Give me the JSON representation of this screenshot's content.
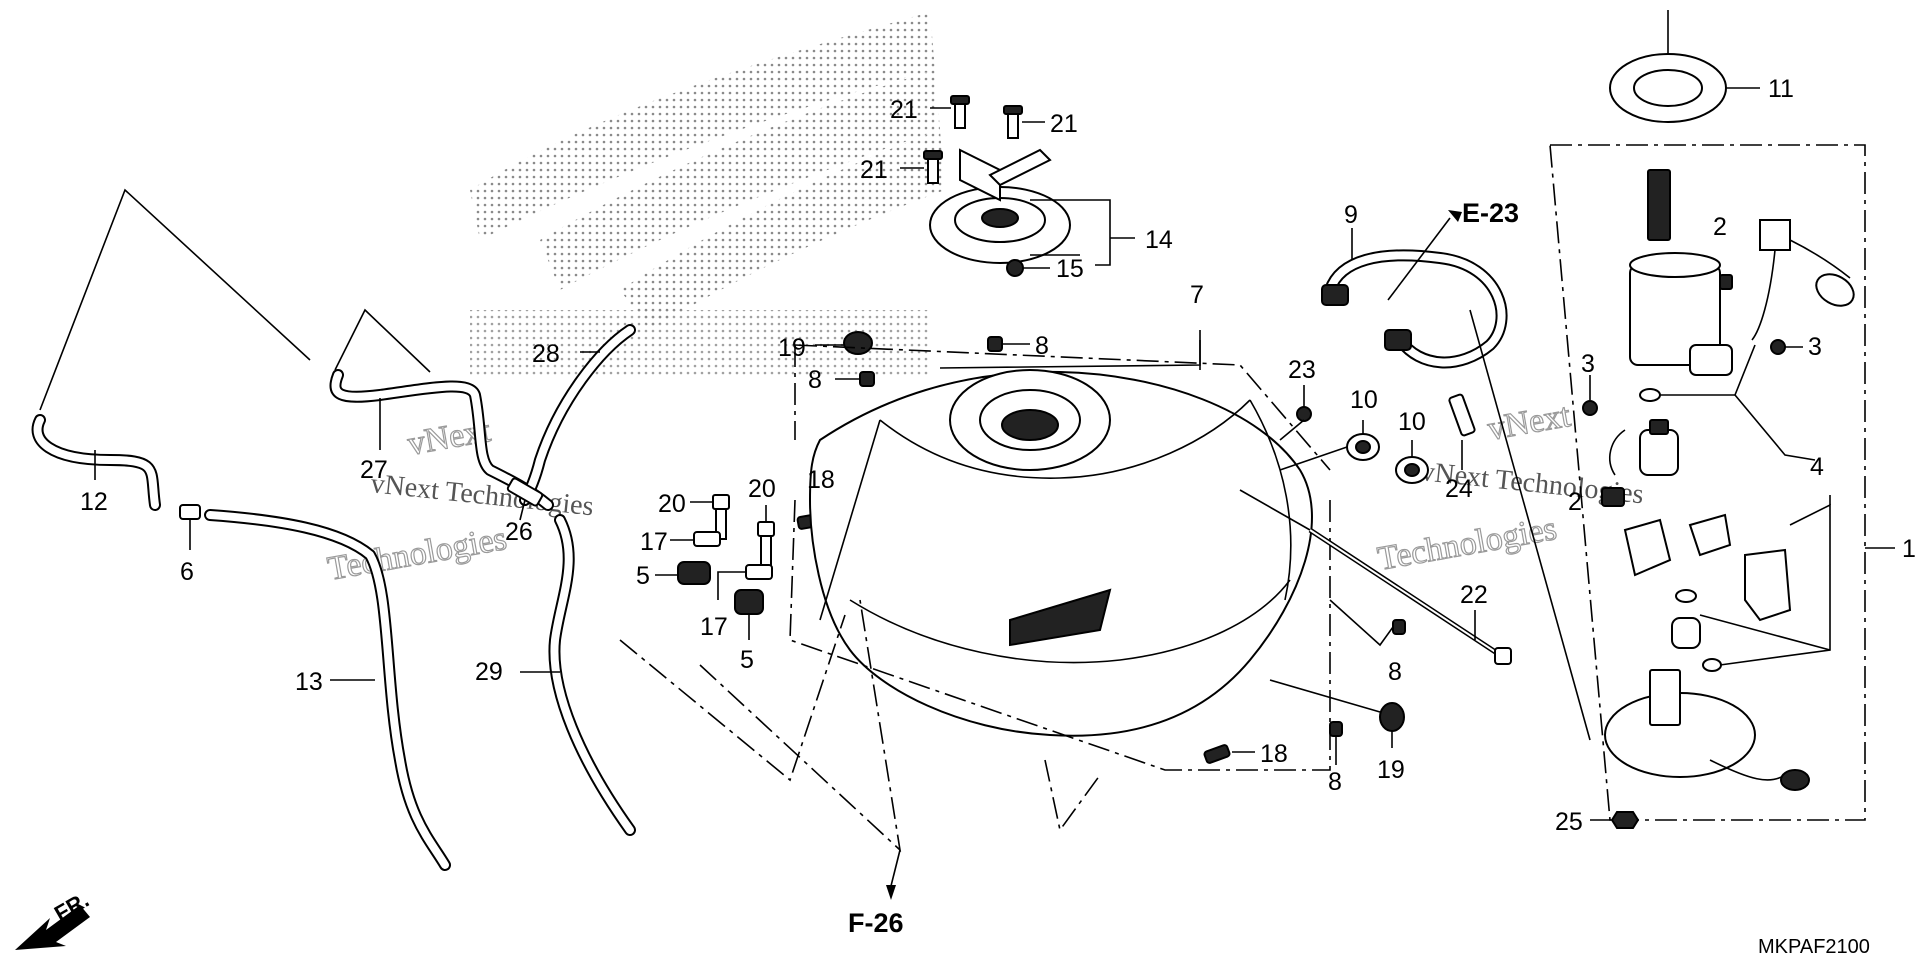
{
  "diagram": {
    "labels": [
      {
        "id": "1",
        "text": "1"
      },
      {
        "id": "2a",
        "text": "2"
      },
      {
        "id": "2b",
        "text": "2"
      },
      {
        "id": "3a",
        "text": "3"
      },
      {
        "id": "3b",
        "text": "3"
      },
      {
        "id": "4",
        "text": "4"
      },
      {
        "id": "5a",
        "text": "5"
      },
      {
        "id": "5b",
        "text": "5"
      },
      {
        "id": "6",
        "text": "6"
      },
      {
        "id": "7",
        "text": "7"
      },
      {
        "id": "8a",
        "text": "8"
      },
      {
        "id": "8b",
        "text": "8"
      },
      {
        "id": "8c",
        "text": "8"
      },
      {
        "id": "8d",
        "text": "8"
      },
      {
        "id": "9",
        "text": "9"
      },
      {
        "id": "10a",
        "text": "10"
      },
      {
        "id": "10b",
        "text": "10"
      },
      {
        "id": "11",
        "text": "11"
      },
      {
        "id": "12",
        "text": "12"
      },
      {
        "id": "13",
        "text": "13"
      },
      {
        "id": "14",
        "text": "14"
      },
      {
        "id": "15",
        "text": "15"
      },
      {
        "id": "17a",
        "text": "17"
      },
      {
        "id": "17b",
        "text": "17"
      },
      {
        "id": "18a",
        "text": "18"
      },
      {
        "id": "18b",
        "text": "18"
      },
      {
        "id": "19a",
        "text": "19"
      },
      {
        "id": "19b",
        "text": "19"
      },
      {
        "id": "20a",
        "text": "20"
      },
      {
        "id": "20b",
        "text": "20"
      },
      {
        "id": "21a",
        "text": "21"
      },
      {
        "id": "21b",
        "text": "21"
      },
      {
        "id": "21c",
        "text": "21"
      },
      {
        "id": "22",
        "text": "22"
      },
      {
        "id": "23",
        "text": "23"
      },
      {
        "id": "24",
        "text": "24"
      },
      {
        "id": "25",
        "text": "25"
      },
      {
        "id": "26",
        "text": "26"
      },
      {
        "id": "27",
        "text": "27"
      },
      {
        "id": "28",
        "text": "28"
      },
      {
        "id": "29",
        "text": "29"
      }
    ],
    "refs": {
      "e23": "E-23",
      "f26": "F-26",
      "fr": "FR."
    },
    "diagram_code": "MKPAF2100",
    "watermark": {
      "line1": "vNext",
      "line2": "Technologies",
      "inline": "vNext Technologies"
    }
  }
}
